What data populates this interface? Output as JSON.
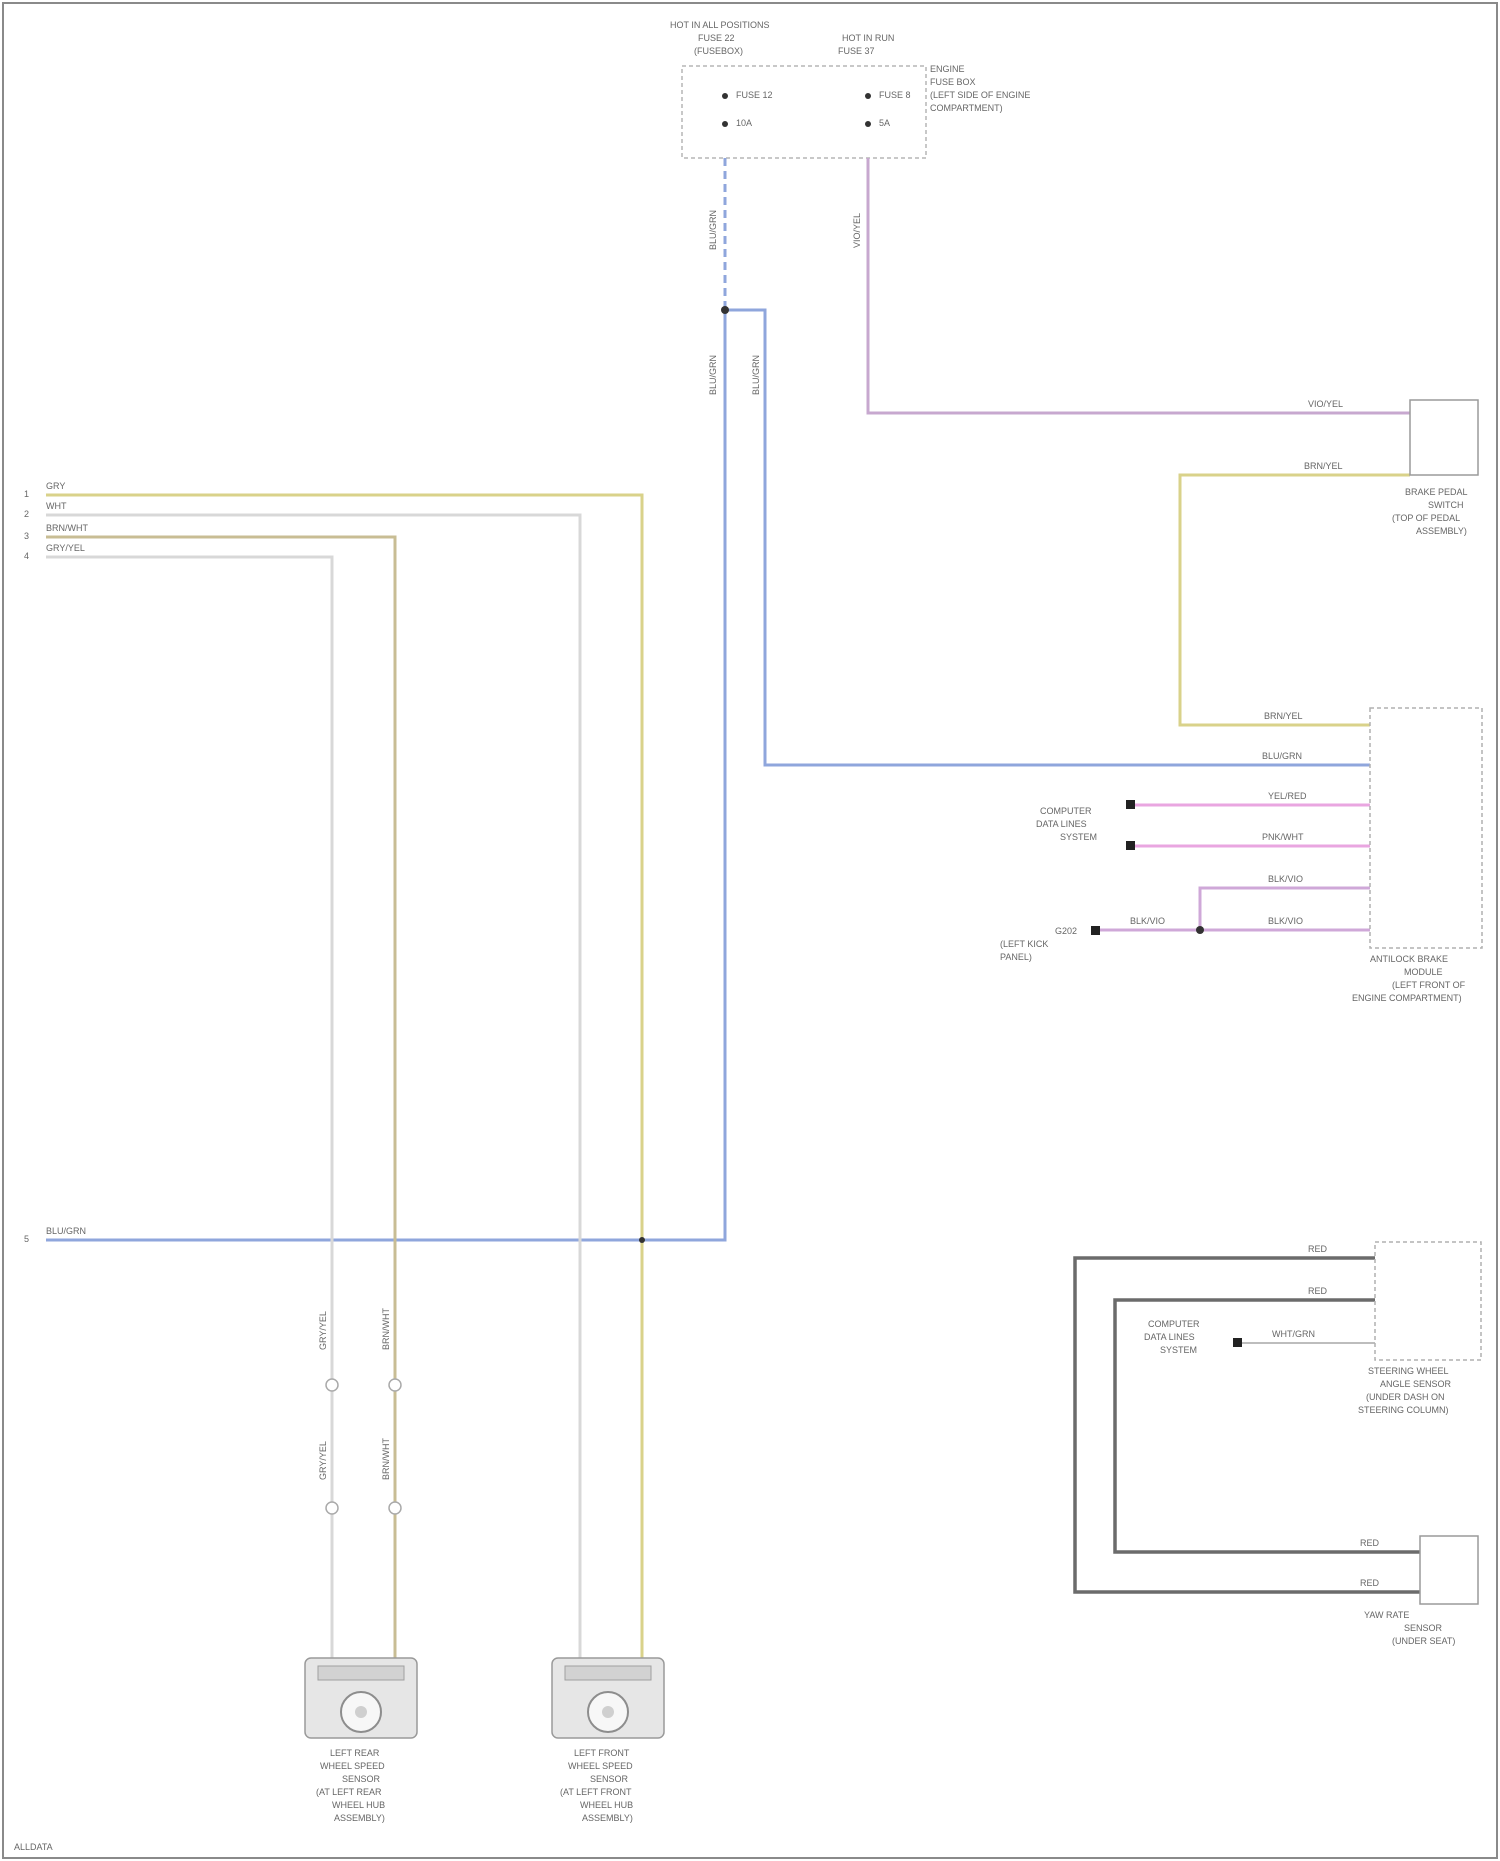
{
  "colors": {
    "blue_wire": "#8fa6dc",
    "purple_wire": "#c7a8cf",
    "yellow_wire": "#d9d28a",
    "tan_wire": "#c8bd94",
    "light_wire": "#d8d8d8",
    "pink_wire": "#e9a6e0",
    "dark_wire": "#6b6b6b",
    "frame": "#8a8a8a",
    "label_text": "#555555"
  },
  "wire_labels": {
    "blu_fuse": "BLU/GRN",
    "blu_a": "BLU/GRN",
    "blu_b": "BLU/GRN",
    "vio_fuse": "VIO/YEL",
    "vio_h": "VIO/YEL",
    "brn_h": "BRN/YEL",
    "brn_v": "BRN/YEL",
    "blu_h": "BLU/GRN",
    "pink1": "YEL/RED",
    "pink2": "PNK/WHT",
    "pink3": "BLK/VIO",
    "pink4": "BLK/VIO",
    "pink5": "BLK/VIO",
    "blu_left": "BLU/GRN",
    "sensor_a1": "GRY/YEL",
    "sensor_a2": "GRY/YEL",
    "sensor_b1": "BRN/WHT",
    "sensor_b2": "BRN/WHT",
    "dark1": "RED",
    "dark2": "RED",
    "dark3": "RED",
    "dark4": "RED",
    "small_gray": "WHT/GRN"
  },
  "left_connector": {
    "pins": [
      "1",
      "2",
      "3",
      "4"
    ],
    "labels": [
      "GRY",
      "WHT",
      "BRN/WHT",
      "GRY/YEL"
    ],
    "pin5": "5"
  },
  "fuse_box": {
    "title_left": "HOT IN ALL POSITIONS",
    "title_left_sub": "FUSE 22",
    "title_left_sub2": "(FUSEBOX)",
    "title_right": "HOT IN RUN",
    "title_right_sub": "FUSE 37",
    "fuse_a": "FUSE 12",
    "fuse_a_amp": "10A",
    "fuse_b": "FUSE 8",
    "fuse_b_amp": "5A",
    "desc_1": "ENGINE",
    "desc_2": "FUSE BOX",
    "desc_3": "(LEFT SIDE OF ENGINE",
    "desc_4": "COMPARTMENT)"
  },
  "components": {
    "brake_switch": [
      "BRAKE PEDAL",
      "SWITCH",
      "(TOP OF PEDAL",
      "ASSEMBLY)"
    ],
    "abs_module": [
      "ANTILOCK BRAKE",
      "MODULE",
      "(LEFT FRONT OF",
      "ENGINE COMPARTMENT)"
    ],
    "steering_sensor": [
      "STEERING WHEEL",
      "ANGLE SENSOR",
      "(UNDER DASH ON",
      "STEERING COLUMN)"
    ],
    "yaw_sensor": [
      "YAW RATE",
      "SENSOR",
      "(UNDER SEAT)"
    ],
    "sensor_left": [
      "LEFT REAR",
      "WHEEL SPEED",
      "SENSOR",
      "(AT LEFT REAR",
      "WHEEL HUB",
      "ASSEMBLY)"
    ],
    "sensor_right": [
      "LEFT FRONT",
      "WHEEL SPEED",
      "SENSOR",
      "(AT LEFT FRONT",
      "WHEEL HUB",
      "ASSEMBLY)"
    ]
  },
  "side_labels": {
    "data_link": [
      "COMPUTER",
      "DATA LINES",
      "SYSTEM"
    ],
    "ground": [
      "G202",
      "(LEFT KICK",
      "PANEL)"
    ],
    "data_link_2": [
      "COMPUTER",
      "DATA LINES",
      "SYSTEM"
    ]
  },
  "footer": "ALLDATA"
}
